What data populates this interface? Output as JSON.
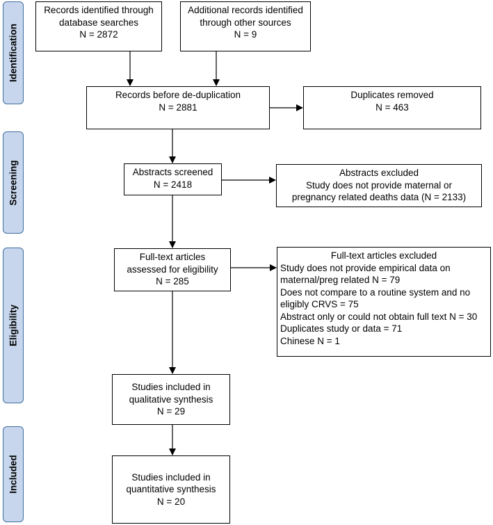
{
  "phases": {
    "identification": "Identification",
    "screening": "Screening",
    "eligibility": "Eligibility",
    "included": "Included"
  },
  "boxes": {
    "db_records": {
      "line1": "Records identified through",
      "line2": "database searches",
      "count": "N = 2872"
    },
    "other_records": {
      "line1": "Additional records identified",
      "line2": "through other sources",
      "count": "N = 9"
    },
    "before_dedup": {
      "line1": "Records before de-duplication",
      "count": "N = 2881"
    },
    "duplicates": {
      "line1": "Duplicates removed",
      "count": "N = 463"
    },
    "abstracts_screened": {
      "line1": "Abstracts screened",
      "count": "N = 2418"
    },
    "abstracts_excluded": {
      "title": "Abstracts excluded",
      "line1": "Study does not provide maternal or",
      "line2": "pregnancy related deaths data (N = 2133)"
    },
    "fulltext_assessed": {
      "line1": "Full-text articles",
      "line2": "assessed for eligibility",
      "count": "N = 285"
    },
    "fulltext_excluded": {
      "title": "Full-text articles excluded",
      "items": [
        "Study does not provide empirical data on",
        "maternal/preg related N = 79",
        "Does not compare to a routine system and no",
        "eligibly CRVS = 75",
        "Abstract only or could not obtain full text N = 30",
        "Duplicates study or data = 71",
        "Chinese N = 1"
      ]
    },
    "qualitative": {
      "line1": "Studies included in",
      "line2": "qualitative synthesis",
      "count": "N = 29"
    },
    "quantitative": {
      "line1": "Studies included in",
      "line2": "quantitative synthesis",
      "count": "N = 20"
    }
  }
}
